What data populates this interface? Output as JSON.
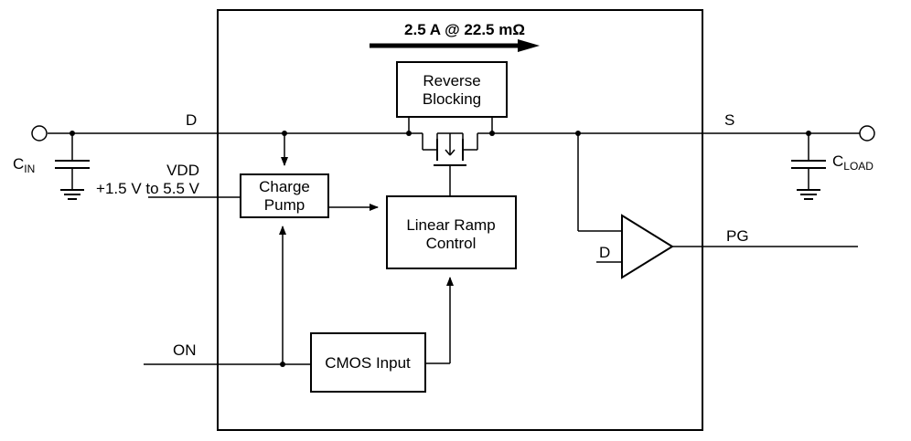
{
  "header": {
    "current_label": "2.5 A @ 22.5 mΩ"
  },
  "pins": {
    "d": "D",
    "s": "S",
    "vdd": "VDD",
    "vdd_range": "+1.5 V to 5.5 V",
    "on": "ON",
    "pg": "PG",
    "comparator_d": "D"
  },
  "capacitors": {
    "cin_main": "C",
    "cin_sub": "IN",
    "cload_main": "C",
    "cload_sub": "LOAD"
  },
  "blocks": {
    "reverse_blocking": [
      "Reverse",
      "Blocking"
    ],
    "charge_pump": [
      "Charge",
      "Pump"
    ],
    "linear_ramp": [
      "Linear Ramp",
      "Control"
    ],
    "cmos_input": "CMOS Input"
  }
}
